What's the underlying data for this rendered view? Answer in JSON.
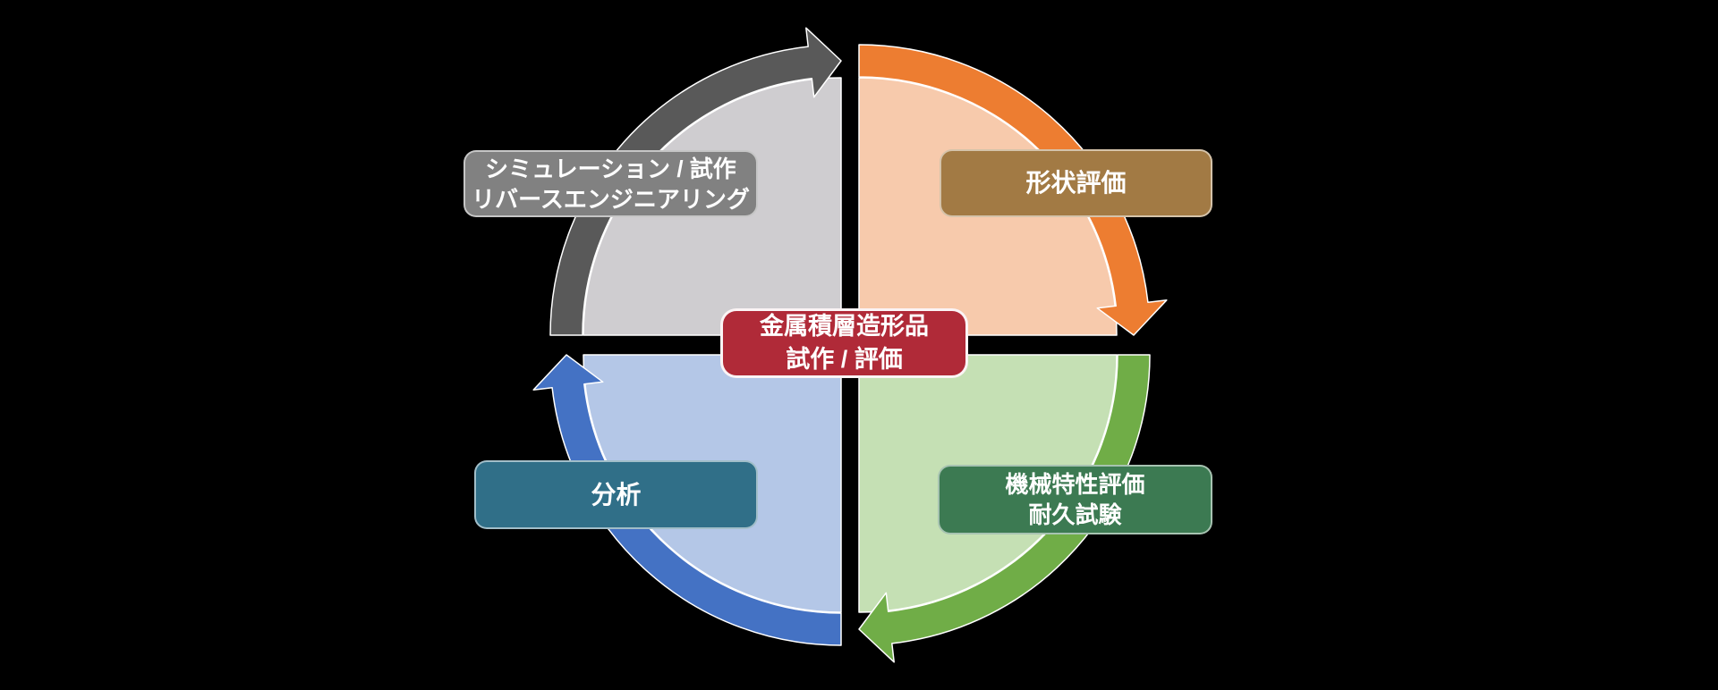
{
  "background_color": "#000000",
  "diagram": {
    "kind": "cycle-diagram",
    "flow_direction": "clockwise",
    "label_text_color": "#ffffff",
    "center_label": {
      "lines": [
        "金属積層造形品",
        "試作 / 評価"
      ],
      "bg": "#b02a38"
    },
    "quadrants": [
      {
        "position": "top-left",
        "label_lines": [
          "シミュレーション / 試作",
          "リバースエンジニアリング"
        ],
        "fill": "#cfcdd0",
        "arrow_color": "#595959",
        "label_bg": "#818181"
      },
      {
        "position": "top-right",
        "label_lines": [
          "形状評価"
        ],
        "fill": "#f7caac",
        "arrow_color": "#ed7d31",
        "label_bg": "#a27a44"
      },
      {
        "position": "bottom-right",
        "label_lines": [
          "機械特性評価",
          "耐久試験"
        ],
        "fill": "#c5e0b4",
        "arrow_color": "#70ad47",
        "label_bg": "#3c7a52"
      },
      {
        "position": "bottom-left",
        "label_lines": [
          "分析"
        ],
        "fill": "#b4c7e7",
        "arrow_color": "#4472c4",
        "label_bg": "#306f88"
      }
    ]
  }
}
